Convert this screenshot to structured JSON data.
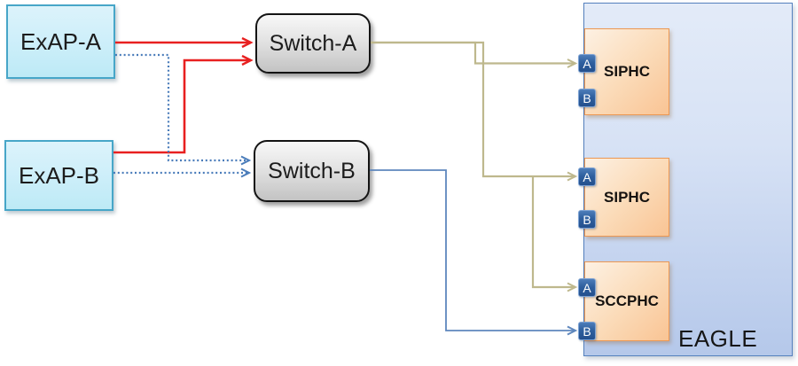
{
  "nodes": {
    "exap_a": {
      "label": "ExAP-A"
    },
    "exap_b": {
      "label": "ExAP-B"
    },
    "switch_a": {
      "label": "Switch-A"
    },
    "switch_b": {
      "label": "Switch-B"
    },
    "eagle": {
      "label": "EAGLE"
    }
  },
  "cards": [
    {
      "label": "SIPHC",
      "ports": [
        "A",
        "B"
      ]
    },
    {
      "label": "SIPHC",
      "ports": [
        "A",
        "B"
      ]
    },
    {
      "label": "SCCPHC",
      "ports": [
        "A",
        "B"
      ]
    }
  ],
  "edges": [
    {
      "from": "ExAP-A",
      "to": "Switch-A",
      "style": "solid-red"
    },
    {
      "from": "ExAP-B",
      "to": "Switch-A",
      "style": "solid-red"
    },
    {
      "from": "ExAP-A",
      "to": "Switch-B",
      "style": "dotted-blue"
    },
    {
      "from": "ExAP-B",
      "to": "Switch-B",
      "style": "dotted-blue"
    },
    {
      "from": "Switch-A",
      "to": "SIPHC-1 port A",
      "style": "solid-olive"
    },
    {
      "from": "Switch-A",
      "to": "SIPHC-2 port A",
      "style": "solid-olive"
    },
    {
      "from": "Switch-A",
      "to": "SCCPHC port A",
      "style": "solid-olive"
    },
    {
      "from": "Switch-B",
      "to": "SCCPHC port B",
      "style": "solid-blue"
    }
  ],
  "colors": {
    "link-red": "#e82020",
    "link-dotted-blue": "#4a7cba",
    "link-olive": "#beb88d",
    "link-blue": "#5e87bd",
    "exap-border": "#47a6c8",
    "eagle-border": "#5581be",
    "card-border": "#ec9853",
    "port-fill": "#2f609f"
  }
}
